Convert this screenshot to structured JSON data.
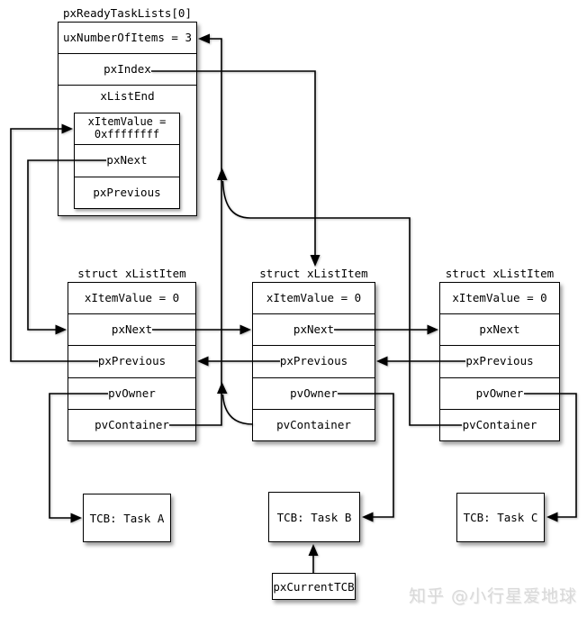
{
  "diagram": {
    "ready_list": {
      "title": "pxReadyTaskLists[0]",
      "rows": [
        "uxNumberOfItems = 3",
        "pxIndex"
      ],
      "list_end": {
        "label": "xListEnd",
        "rows": [
          "xItemValue =\n0xffffffff",
          "pxNext",
          "pxPrevious"
        ]
      }
    },
    "list_items": [
      {
        "title": "struct xListItem",
        "rows": [
          "xItemValue = 0",
          "pxNext",
          "pxPrevious",
          "pvOwner",
          "pvContainer"
        ]
      },
      {
        "title": "struct xListItem",
        "rows": [
          "xItemValue = 0",
          "pxNext",
          "pxPrevious",
          "pvOwner",
          "pvContainer"
        ]
      },
      {
        "title": "struct xListItem",
        "rows": [
          "xItemValue = 0",
          "pxNext",
          "pxPrevious",
          "pvOwner",
          "pvContainer"
        ]
      }
    ],
    "tcbs": [
      {
        "label": "TCB: Task A"
      },
      {
        "label": "TCB: Task B"
      },
      {
        "label": "TCB: Task C"
      }
    ],
    "current_tcb_label": "pxCurrentTCB",
    "watermark": "知乎 @小行星爱地球",
    "colors": {
      "background": "#ffffff",
      "line": "#000000",
      "box_border": "#000000",
      "text": "#000000",
      "watermark": "#d9d9d9"
    },
    "edges": [
      {
        "from": "listItem1.pvContainer",
        "to": "pxReadyTaskLists[0]"
      },
      {
        "from": "listItem2.pvContainer",
        "to": "pxReadyTaskLists[0]"
      },
      {
        "from": "listItem3.pvContainer",
        "to": "pxReadyTaskLists[0]"
      },
      {
        "from": "pxReadyTaskLists[0].pxIndex",
        "to": "listItem2"
      },
      {
        "from": "xListEnd.pxNext",
        "to": "listItem1"
      },
      {
        "from": "listItem1.pxPrevious",
        "to": "xListEnd"
      },
      {
        "from": "listItem1.pxNext",
        "to": "listItem2"
      },
      {
        "from": "listItem2.pxNext",
        "to": "listItem3"
      },
      {
        "from": "listItem2.pxPrevious",
        "to": "listItem1"
      },
      {
        "from": "listItem3.pxPrevious",
        "to": "listItem2"
      },
      {
        "from": "listItem1.pvOwner",
        "to": "TCB: Task A"
      },
      {
        "from": "listItem2.pvOwner",
        "to": "TCB: Task B"
      },
      {
        "from": "listItem3.pvOwner",
        "to": "TCB: Task C"
      },
      {
        "from": "pxCurrentTCB",
        "to": "TCB: Task B"
      }
    ]
  }
}
